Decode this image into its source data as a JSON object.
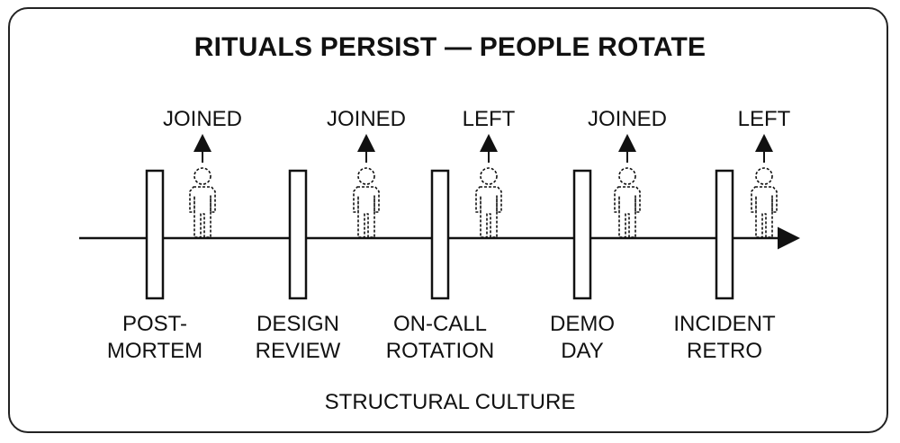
{
  "title": "RITUALS PERSIST — PEOPLE ROTATE",
  "footer": "STRUCTURAL CULTURE",
  "rituals": [
    {
      "line1": "POST-",
      "line2": "MORTEM"
    },
    {
      "line1": "DESIGN",
      "line2": "REVIEW"
    },
    {
      "line1": "ON-CALL",
      "line2": "ROTATION"
    },
    {
      "line1": "DEMO",
      "line2": "DAY"
    },
    {
      "line1": "INCIDENT",
      "line2": "RETRO"
    }
  ],
  "events": [
    {
      "label": "JOINED"
    },
    {
      "label": "JOINED"
    },
    {
      "label": "LEFT"
    },
    {
      "label": "JOINED"
    },
    {
      "label": "LEFT"
    }
  ],
  "icons": {
    "person": "dashed-person-icon",
    "arrow": "up-arrow-icon"
  }
}
